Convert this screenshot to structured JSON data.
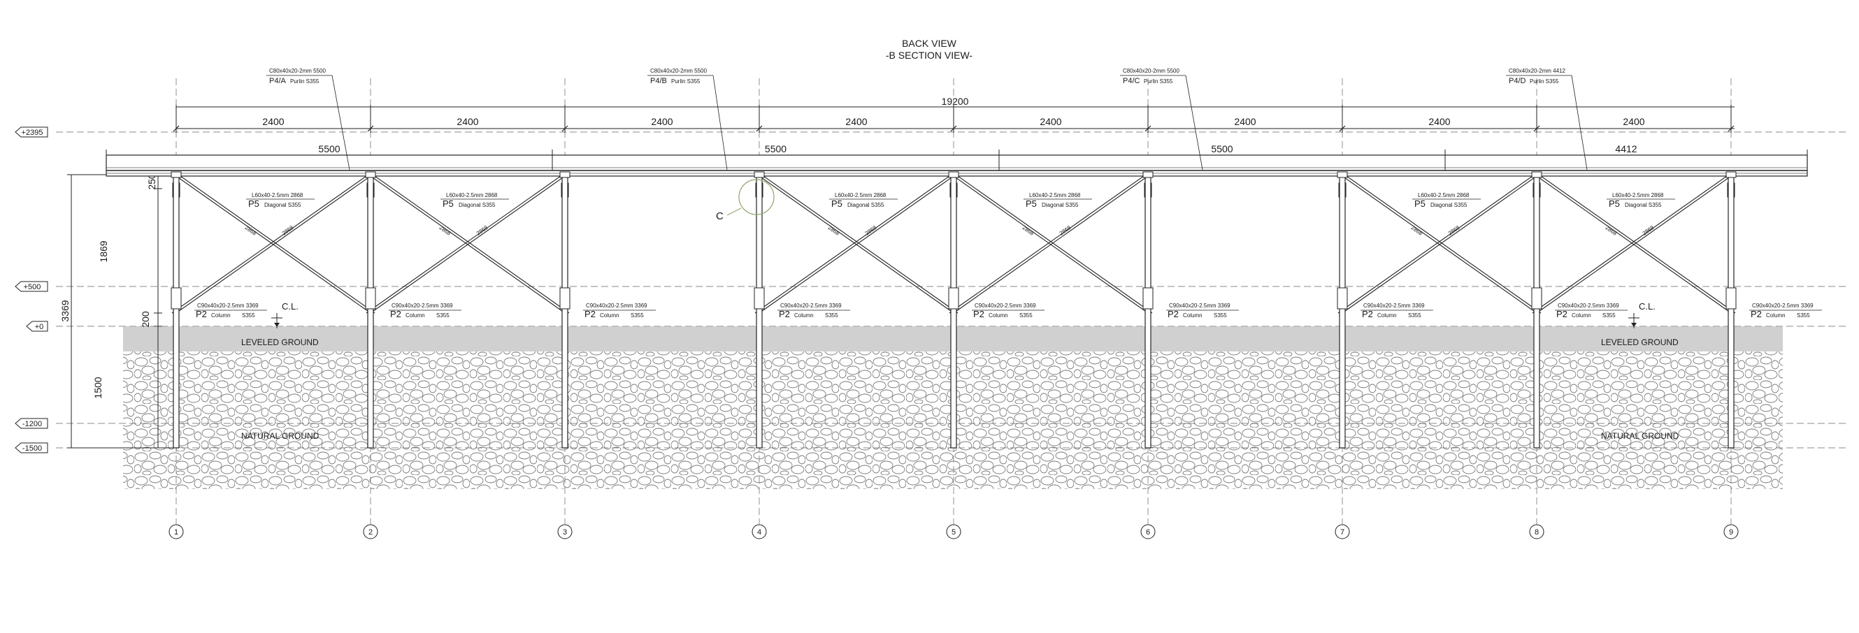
{
  "title": {
    "line1": "BACK VIEW",
    "line2": "-B SECTION VIEW-"
  },
  "purlins": [
    {
      "profile": "C80x40x20-2mm",
      "length": "5500",
      "mark": "P4/A",
      "name": "Purlin",
      "grade": "S355"
    },
    {
      "profile": "C80x40x20-2mm",
      "length": "5500",
      "mark": "P4/B",
      "name": "Purlin",
      "grade": "S355"
    },
    {
      "profile": "C80x40x20-2mm",
      "length": "5500",
      "mark": "P4/C",
      "name": "Purlin",
      "grade": "S355"
    },
    {
      "profile": "C80x40x20-2mm",
      "length": "4412",
      "mark": "P4/D",
      "name": "Purlin",
      "grade": "S355"
    }
  ],
  "dims": {
    "overall": "19200",
    "bays": [
      "2400",
      "2400",
      "2400",
      "2400",
      "2400",
      "2400",
      "2400",
      "2400"
    ],
    "purlin_lengths": [
      "5500",
      "5500",
      "5500",
      "4412"
    ],
    "left_total": "3369",
    "left_parts": [
      "250",
      "1869",
      "200",
      "1500"
    ],
    "diagonal_length_label": "2868"
  },
  "levels": [
    "+2395",
    "+500",
    "+0",
    "-1200",
    "-1500"
  ],
  "diagonal": {
    "profile": "L60x40-2.5mm",
    "length": "2868",
    "mark": "P5",
    "name": "Diagonal",
    "grade": "S355"
  },
  "column": {
    "profile": "C90x40x20-2.5mm",
    "length": "3369",
    "mark": "P2",
    "name": "Column",
    "grade": "S355"
  },
  "ground": {
    "leveled": "LEVELED GROUND",
    "natural": "NATURAL GROUND"
  },
  "cl_label": "C.L.",
  "detail_label": "C",
  "axes": [
    "1",
    "2",
    "3",
    "4",
    "5",
    "6",
    "7",
    "8",
    "9"
  ]
}
